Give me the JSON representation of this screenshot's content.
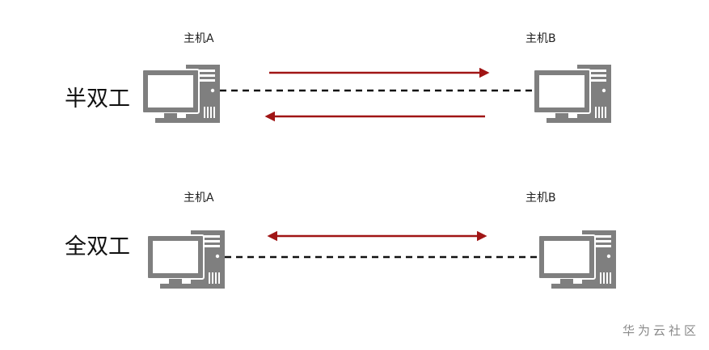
{
  "colors": {
    "computer": "#7f7f7f",
    "arrow": "#a01515",
    "dash": "#111111"
  },
  "icons": {
    "computer": "desktop-computer-icon"
  },
  "half_duplex": {
    "mode_label": "半双工",
    "host_a_label": "主机A",
    "host_b_label": "主机B",
    "arrows": [
      "right",
      "left"
    ]
  },
  "full_duplex": {
    "mode_label": "全双工",
    "host_a_label": "主机A",
    "host_b_label": "主机B",
    "arrows": [
      "both"
    ]
  },
  "watermark": "华为云社区"
}
